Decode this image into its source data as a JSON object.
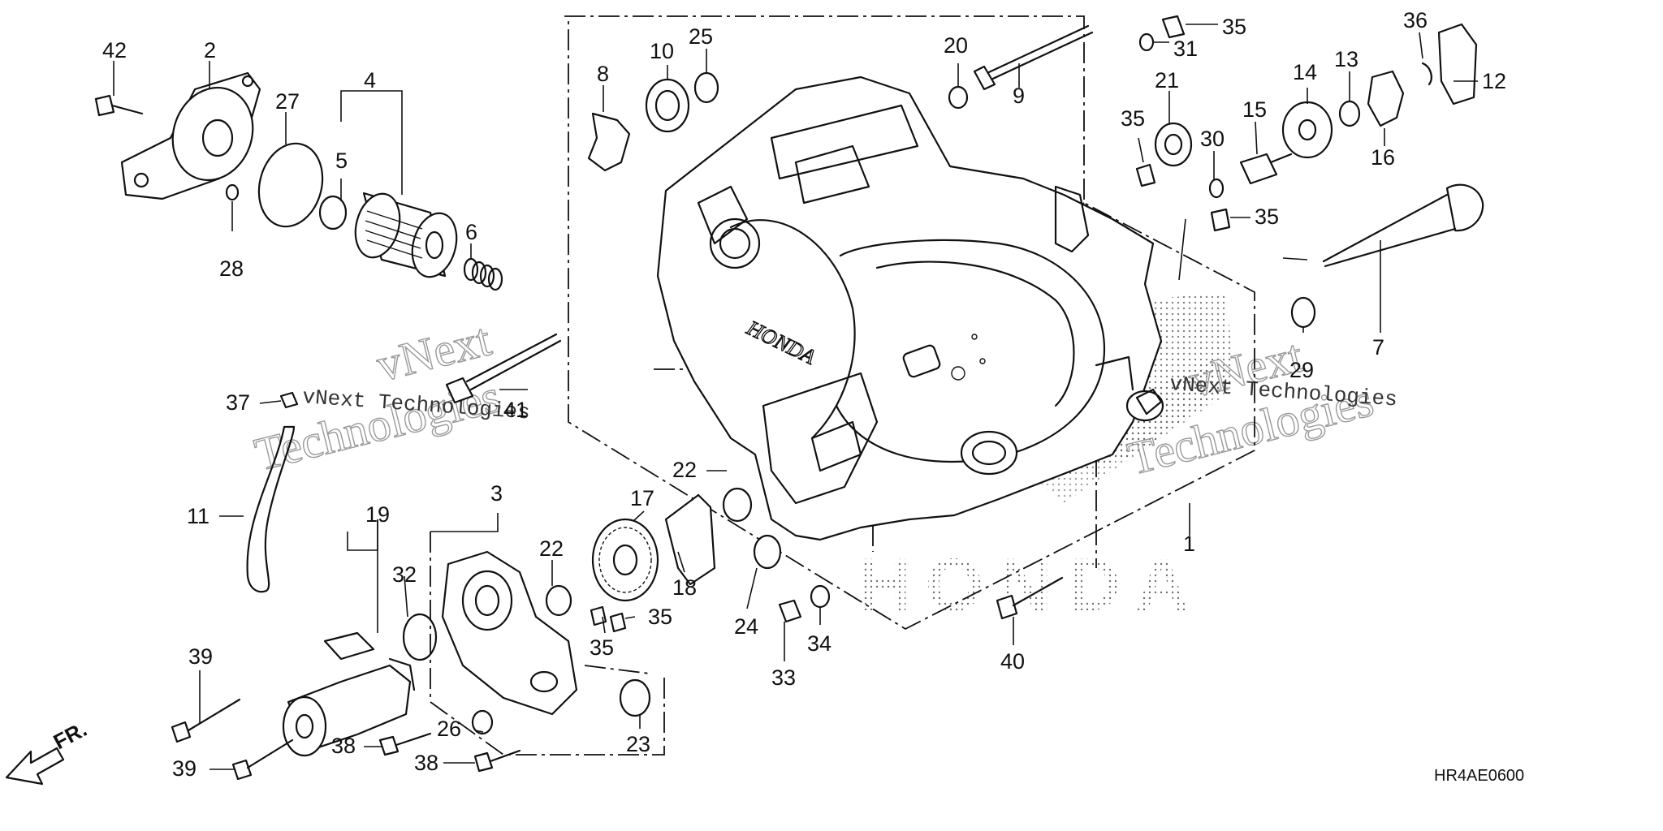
{
  "diagram": {
    "drawing_code": "HR4AE0600",
    "front_arrow_label": "FR.",
    "watermark": {
      "line1": "vNext",
      "line2": "Technologies",
      "small": "vNext Technologies"
    },
    "brand_background": "HONDA",
    "case_logo": "HONDA",
    "callouts": {
      "c1": "1",
      "c2": "2",
      "c3": "3",
      "c4": "4",
      "c5": "5",
      "c6": "6",
      "c7": "7",
      "c8": "8",
      "c9": "9",
      "c10": "10",
      "c11": "11",
      "c12": "12",
      "c13": "13",
      "c14": "14",
      "c15": "15",
      "c16": "16",
      "c17": "17",
      "c18": "18",
      "c19": "19",
      "c20": "20",
      "c21": "21",
      "c22a": "22",
      "c22b": "22",
      "c23": "23",
      "c24": "24",
      "c25": "25",
      "c26": "26",
      "c27": "27",
      "c28": "28",
      "c29": "29",
      "c30": "30",
      "c31": "31",
      "c32": "32",
      "c33": "33",
      "c34": "34",
      "c35a": "35",
      "c35b": "35",
      "c35c": "35",
      "c35d": "35",
      "c35e": "35",
      "c36": "36",
      "c37": "37",
      "c38a": "38",
      "c38b": "38",
      "c39a": "39",
      "c39b": "39",
      "c40": "40",
      "c41": "41",
      "c42": "42"
    }
  }
}
